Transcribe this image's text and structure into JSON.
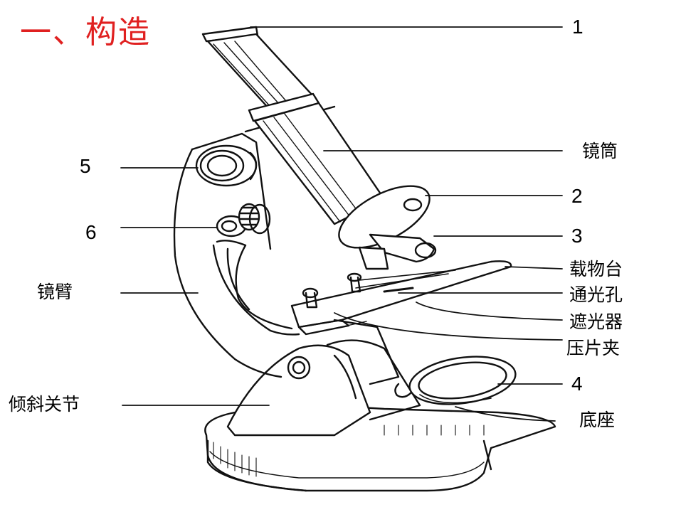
{
  "title": "一、构造",
  "labels": {
    "n1": "1",
    "jingtong": "镜筒",
    "n2": "2",
    "n3": "3",
    "zaiwutai": "载物台",
    "tongguangkong": "通光孔",
    "zheguangqi": "遮光器",
    "yapianjia": "压片夹",
    "n4": "4",
    "dizuo": "底座",
    "n5": "5",
    "n6": "6",
    "jingbi": "镜臂",
    "qingxieguanjie": "倾斜关节"
  },
  "colors": {
    "title": "#e02020",
    "ink": "#000000",
    "line": "#111111"
  }
}
